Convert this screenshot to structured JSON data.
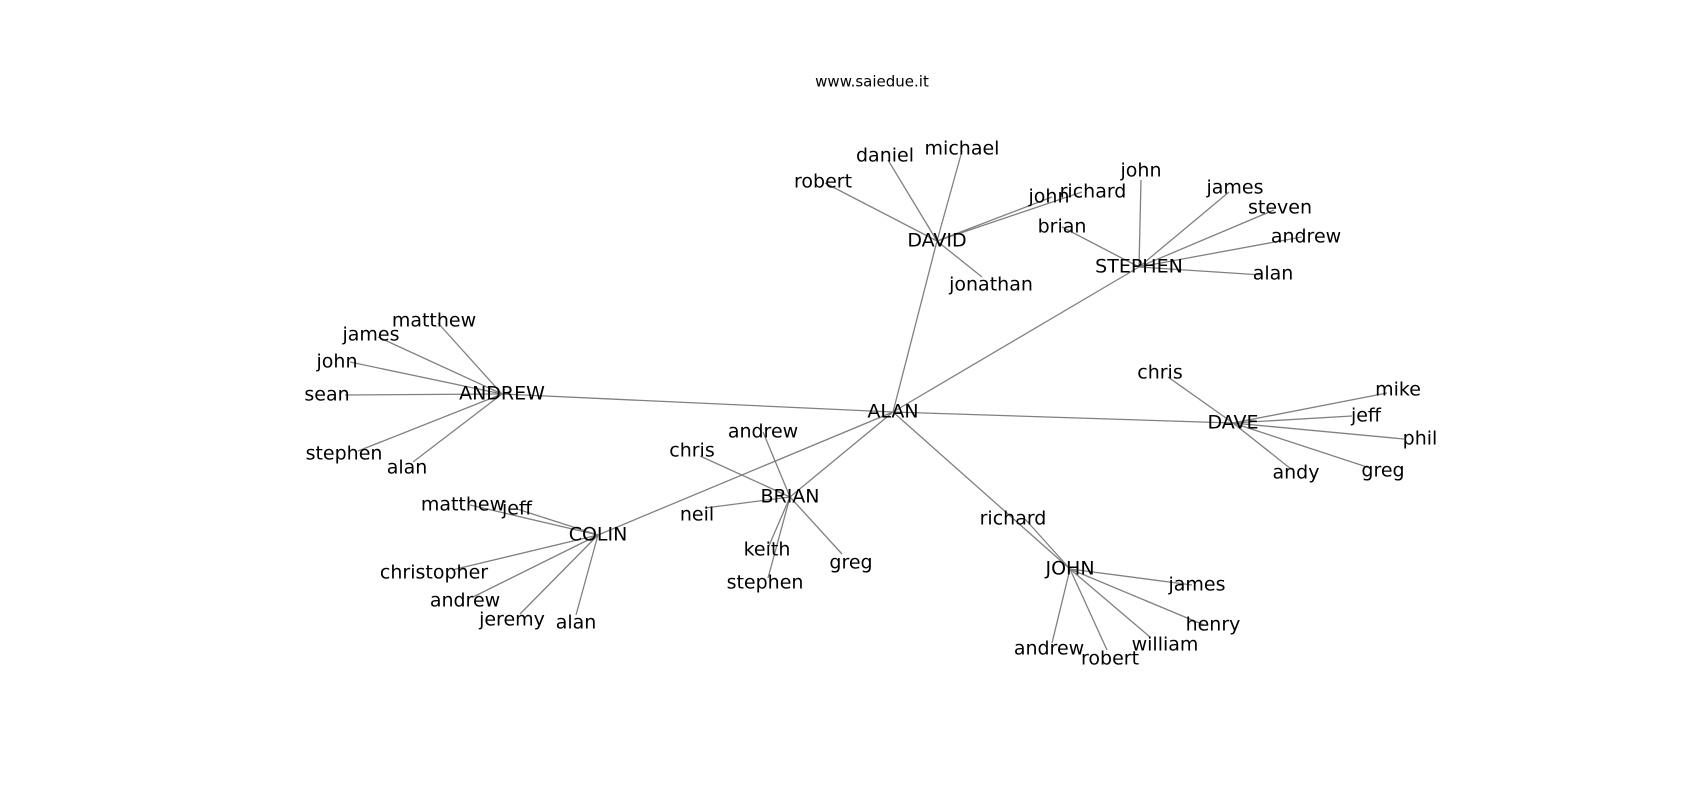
{
  "caption": "www.saiedue.it",
  "graph": {
    "hubs": [
      {
        "id": "ALAN",
        "label": "ALAN"
      },
      {
        "id": "DAVID",
        "label": "DAVID"
      },
      {
        "id": "STEPHEN",
        "label": "STEPHEN"
      },
      {
        "id": "ANDREW",
        "label": "ANDREW"
      },
      {
        "id": "DAVE",
        "label": "DAVE"
      },
      {
        "id": "BRIAN",
        "label": "BRIAN"
      },
      {
        "id": "COLIN",
        "label": "COLIN"
      },
      {
        "id": "JOHN",
        "label": "JOHN"
      }
    ],
    "hub_links": [
      [
        "ALAN",
        "DAVID"
      ],
      [
        "ALAN",
        "STEPHEN"
      ],
      [
        "ALAN",
        "ANDREW"
      ],
      [
        "ALAN",
        "DAVE"
      ],
      [
        "ALAN",
        "BRIAN"
      ],
      [
        "ALAN",
        "COLIN"
      ],
      [
        "ALAN",
        "JOHN"
      ]
    ],
    "leaves": [
      {
        "id": "david-robert",
        "hub": "DAVID",
        "label": "robert"
      },
      {
        "id": "david-daniel",
        "hub": "DAVID",
        "label": "daniel"
      },
      {
        "id": "david-michael",
        "hub": "DAVID",
        "label": "michael"
      },
      {
        "id": "david-john",
        "hub": "DAVID",
        "label": "john"
      },
      {
        "id": "david-richard",
        "hub": "DAVID",
        "label": "richard"
      },
      {
        "id": "david-jonathan",
        "hub": "DAVID",
        "label": "jonathan"
      },
      {
        "id": "stephen-john",
        "hub": "STEPHEN",
        "label": "john"
      },
      {
        "id": "stephen-brian",
        "hub": "STEPHEN",
        "label": "brian"
      },
      {
        "id": "stephen-james",
        "hub": "STEPHEN",
        "label": "james"
      },
      {
        "id": "stephen-steven",
        "hub": "STEPHEN",
        "label": "steven"
      },
      {
        "id": "stephen-andrew",
        "hub": "STEPHEN",
        "label": "andrew"
      },
      {
        "id": "stephen-alan",
        "hub": "STEPHEN",
        "label": "alan"
      },
      {
        "id": "andrew-matthew",
        "hub": "ANDREW",
        "label": "matthew"
      },
      {
        "id": "andrew-james",
        "hub": "ANDREW",
        "label": "james"
      },
      {
        "id": "andrew-john",
        "hub": "ANDREW",
        "label": "john"
      },
      {
        "id": "andrew-sean",
        "hub": "ANDREW",
        "label": "sean"
      },
      {
        "id": "andrew-stephen",
        "hub": "ANDREW",
        "label": "stephen"
      },
      {
        "id": "andrew-alan",
        "hub": "ANDREW",
        "label": "alan"
      },
      {
        "id": "dave-chris",
        "hub": "DAVE",
        "label": "chris"
      },
      {
        "id": "dave-mike",
        "hub": "DAVE",
        "label": "mike"
      },
      {
        "id": "dave-jeff",
        "hub": "DAVE",
        "label": "jeff"
      },
      {
        "id": "dave-phil",
        "hub": "DAVE",
        "label": "phil"
      },
      {
        "id": "dave-andy",
        "hub": "DAVE",
        "label": "andy"
      },
      {
        "id": "dave-greg",
        "hub": "DAVE",
        "label": "greg"
      },
      {
        "id": "brian-andrew",
        "hub": "BRIAN",
        "label": "andrew"
      },
      {
        "id": "brian-chris",
        "hub": "BRIAN",
        "label": "chris"
      },
      {
        "id": "brian-neil",
        "hub": "BRIAN",
        "label": "neil"
      },
      {
        "id": "brian-keith",
        "hub": "BRIAN",
        "label": "keith"
      },
      {
        "id": "brian-stephen",
        "hub": "BRIAN",
        "label": "stephen"
      },
      {
        "id": "brian-greg",
        "hub": "BRIAN",
        "label": "greg"
      },
      {
        "id": "colin-matthew",
        "hub": "COLIN",
        "label": "matthew"
      },
      {
        "id": "colin-jeff",
        "hub": "COLIN",
        "label": "jeff"
      },
      {
        "id": "colin-christopher",
        "hub": "COLIN",
        "label": "christopher"
      },
      {
        "id": "colin-andrew",
        "hub": "COLIN",
        "label": "andrew"
      },
      {
        "id": "colin-jeremy",
        "hub": "COLIN",
        "label": "jeremy"
      },
      {
        "id": "colin-alan",
        "hub": "COLIN",
        "label": "alan"
      },
      {
        "id": "john-richard",
        "hub": "JOHN",
        "label": "richard"
      },
      {
        "id": "john-james",
        "hub": "JOHN",
        "label": "james"
      },
      {
        "id": "john-henry",
        "hub": "JOHN",
        "label": "henry"
      },
      {
        "id": "john-william",
        "hub": "JOHN",
        "label": "william"
      },
      {
        "id": "john-robert",
        "hub": "JOHN",
        "label": "robert"
      },
      {
        "id": "john-andrew",
        "hub": "JOHN",
        "label": "andrew"
      }
    ],
    "edge_color": "#808080",
    "text_color": "#000000"
  }
}
